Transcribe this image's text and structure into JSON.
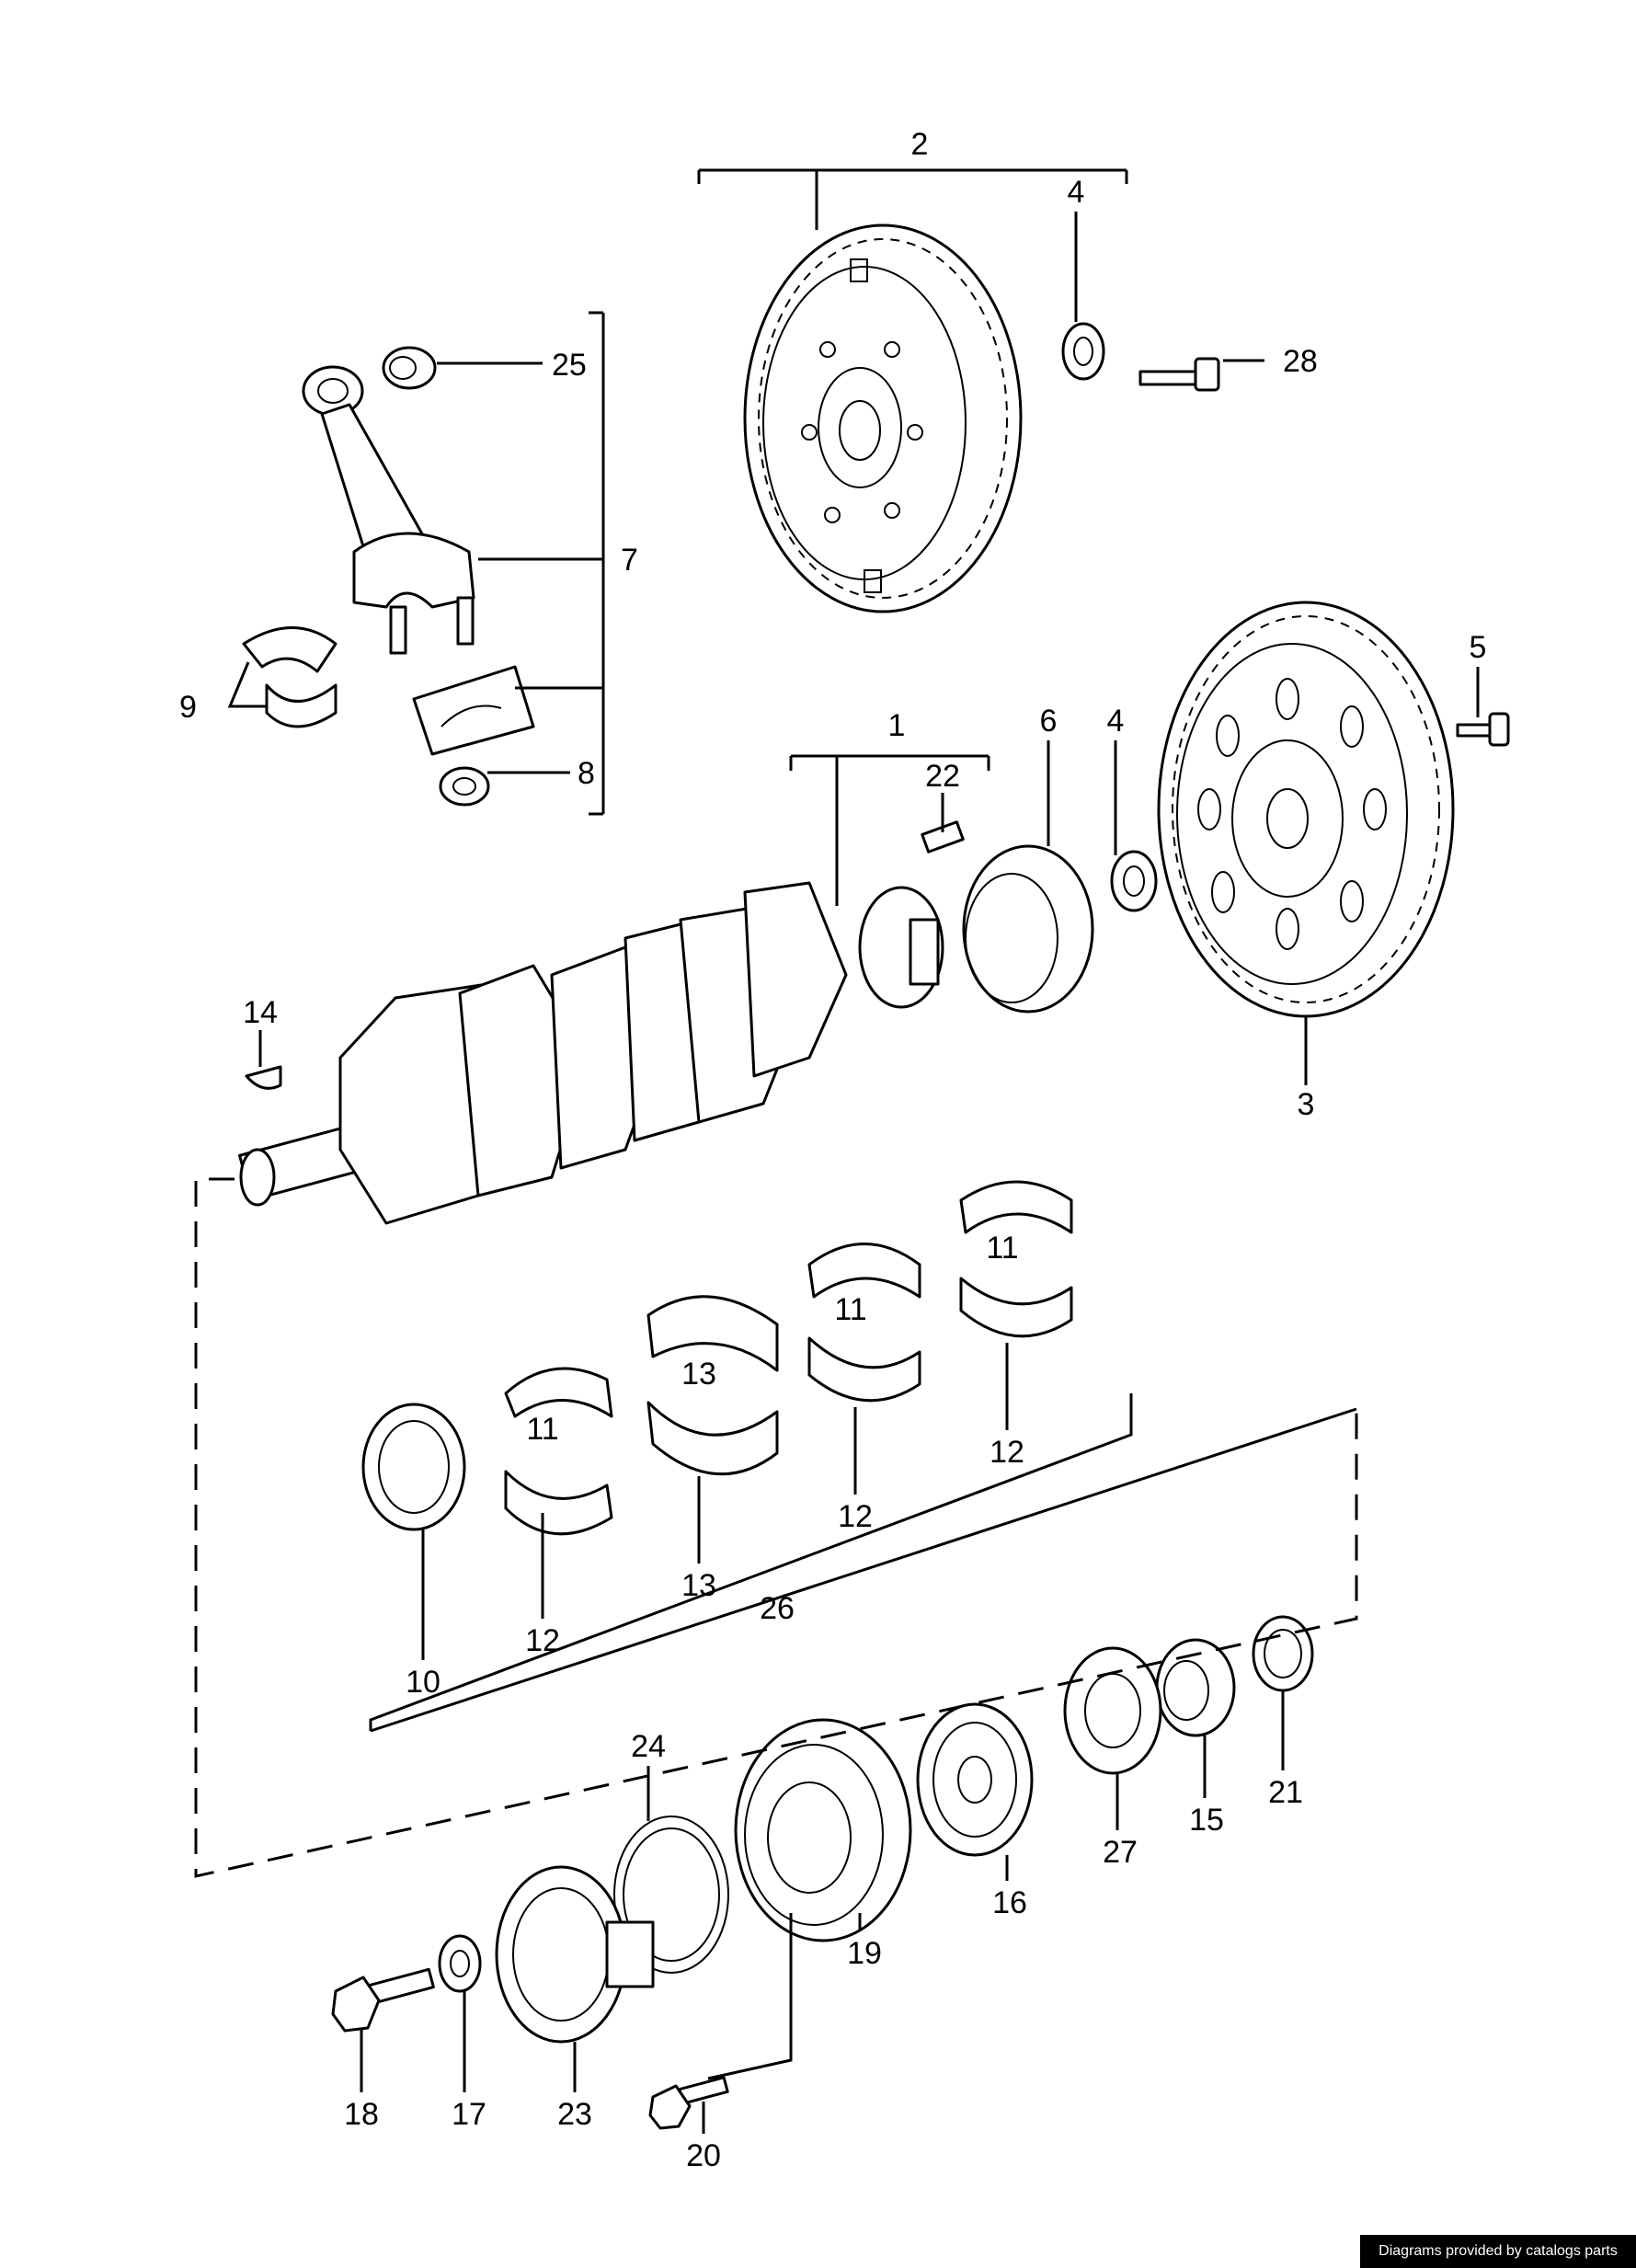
{
  "callouts": {
    "c1": "1",
    "c2": "2",
    "c3": "3",
    "c4a": "4",
    "c4b": "4",
    "c5": "5",
    "c6": "6",
    "c7": "7",
    "c8": "8",
    "c9": "9",
    "c10": "10",
    "c11a": "11",
    "c11b": "11",
    "c11c": "11",
    "c12a": "12",
    "c12b": "12",
    "c12c": "12",
    "c13a": "13",
    "c13b": "13",
    "c14": "14",
    "c15": "15",
    "c16": "16",
    "c17": "17",
    "c18": "18",
    "c19": "19",
    "c20": "20",
    "c21": "21",
    "c22": "22",
    "c23": "23",
    "c24": "24",
    "c25": "25",
    "c26": "26",
    "c27": "27",
    "c28": "28"
  },
  "credit": "Diagrams provided by catalogs parts"
}
